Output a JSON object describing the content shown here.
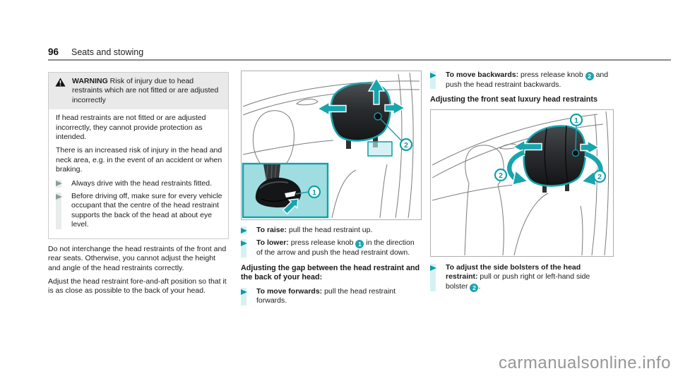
{
  "page": {
    "number": "96",
    "title": "Seats and stowing",
    "watermark": "carmanualsonline.info"
  },
  "colors": {
    "accent_teal": "#14a3ad",
    "accent_teal_light": "#d6f1f3",
    "inset_cyan": "#9fdde1",
    "warning_header_bg": "#e9e9e9",
    "text": "#1b1b1b",
    "watermark_gray": "#969696"
  },
  "warning_box": {
    "label": "WARNING",
    "title": " Risk of injury due to head restraints which are not fitted or are adjusted incorrectly",
    "para1": "If head restraints are not fitted or are adjusted incorrectly, they cannot provide protection as intended.",
    "para2": "There is an increased risk of injury in the head and neck area, e.g. in the event of an accident or when braking.",
    "bullets": [
      {
        "text": "Always drive with the head restraints fitted."
      },
      {
        "text": "Before driving off, make sure for every vehicle occupant that the centre of the head restraint supports the back of the head at about eye level."
      }
    ]
  },
  "left_column": {
    "para1": "Do not interchange the head restraints of the front and rear seats. Otherwise, you cannot adjust the height and angle of the head restraints correctly.",
    "para2": "Adjust the head restraint fore-and-aft position so that it is as close as possible to the back of your head."
  },
  "middle_column": {
    "illustration": {
      "name": "standard-head-restraint-adjustment",
      "badge_1": "1",
      "badge_2": "2"
    },
    "bullets": [
      {
        "lead": "To raise:",
        "pre": " pull the head restraint up.",
        "badge": "",
        "post": ""
      },
      {
        "lead": "To lower:",
        "pre": " press release knob ",
        "badge": "1",
        "post": " in the direction of the arrow and push the head restraint down."
      }
    ],
    "heading": "Adjusting the gap between the head restraint and the back of your head:",
    "bullets2": [
      {
        "lead": "To move forwards:",
        "pre": " pull the head restraint forwards.",
        "badge": "",
        "post": ""
      }
    ]
  },
  "right_column": {
    "bullets": [
      {
        "lead": "To move backwards:",
        "pre": " press release knob ",
        "badge": "2",
        "post": " and push the head restraint backwards."
      }
    ],
    "heading": "Adjusting the front seat luxury head restraints",
    "illustration": {
      "name": "luxury-head-restraint-adjustment",
      "badge_1": "1",
      "badge_2_left": "2",
      "badge_2_right": "2"
    },
    "bullets2": [
      {
        "lead": "To adjust the side bolsters of the head restraint:",
        "pre": " pull or push right or left-hand side bolster ",
        "badge": "2",
        "post": "."
      }
    ]
  }
}
